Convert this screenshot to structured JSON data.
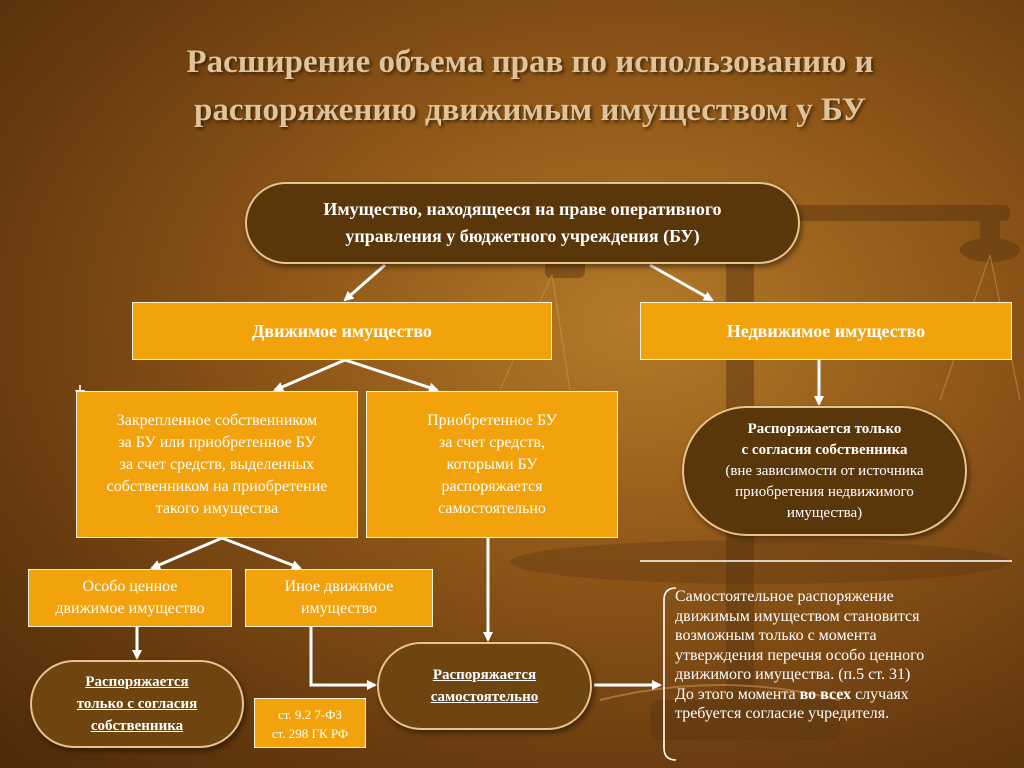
{
  "title": {
    "line1": "Расширение объема прав по использованию и",
    "line2": "распоряжению движимым имуществом у БУ"
  },
  "root": {
    "line1": "Имущество, находящееся на праве оперативного",
    "line2": "управления у бюджетного учреждения (БУ)"
  },
  "movable": "Движимое имущество",
  "immovable": "Недвижимое имущество",
  "assigned": [
    "Закрепленное собственником",
    "за БУ или приобретенное БУ",
    "за счет средств, выделенных",
    "собственником на приобретение",
    "такого имущества"
  ],
  "acquired": [
    "Приобретенное БУ",
    "за счет средств,",
    "которыми  БУ",
    "распоряжается",
    "самостоятельно"
  ],
  "immovable_rule": {
    "line1": "Распоряжается только",
    "line2": "с согласия собственника",
    "line3": "(вне зависимости от источника",
    "line4": "приобретения недвижимого",
    "line5": "имущества)"
  },
  "especially_valuable": {
    "line1": "Особо ценное",
    "line2": "движимое имущество"
  },
  "other_movable": {
    "line1": "Иное движимое",
    "line2": "имущество"
  },
  "owner_consent": {
    "line1": "Распоряжается",
    "line2": "только с согласия",
    "line3": "собственника"
  },
  "independent": {
    "line1": "Распоряжается",
    "line2": "самостоятельно"
  },
  "reference": {
    "line1": "ст. 9.2 7-ФЗ",
    "line2": "ст. 298 ГК РФ"
  },
  "note": {
    "line1": "Самостоятельное распоряжение",
    "line2": "движимым имуществом становится",
    "line3": "возможным только с момента",
    "line4": "утверждения перечня особо ценного",
    "line5": "движимого  имущества.  (п.5 ст. 31)",
    "line6_a": "До этого момента ",
    "line6_b": "во всех",
    "line6_c": " случаях",
    "line7": "требуется согласие учредителя."
  }
}
